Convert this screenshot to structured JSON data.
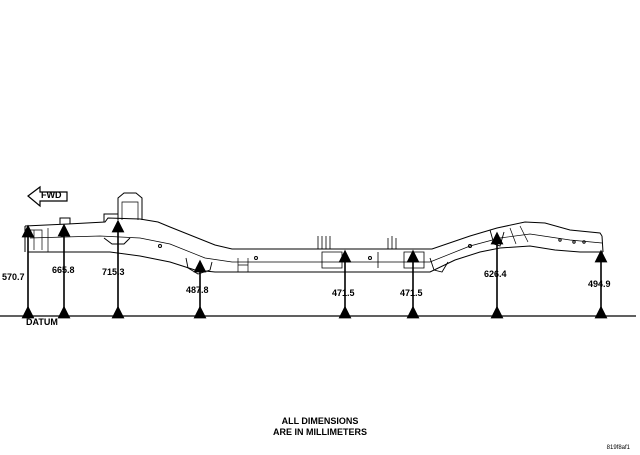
{
  "forward_marker": {
    "label": "FWD"
  },
  "datum": {
    "label": "DATUM"
  },
  "dimensions": [
    {
      "id": "d1",
      "value": "570.7"
    },
    {
      "id": "d2",
      "value": "665.8"
    },
    {
      "id": "d3",
      "value": "715.3"
    },
    {
      "id": "d4",
      "value": "487.8"
    },
    {
      "id": "d5",
      "value": "471.5"
    },
    {
      "id": "d6",
      "value": "471.5"
    },
    {
      "id": "d7",
      "value": "626.4"
    },
    {
      "id": "d8",
      "value": "494.9"
    }
  ],
  "note": {
    "line1": "ALL DIMENSIONS",
    "line2": "ARE IN MILLIMETERS"
  },
  "figure_id": "819f8af1"
}
